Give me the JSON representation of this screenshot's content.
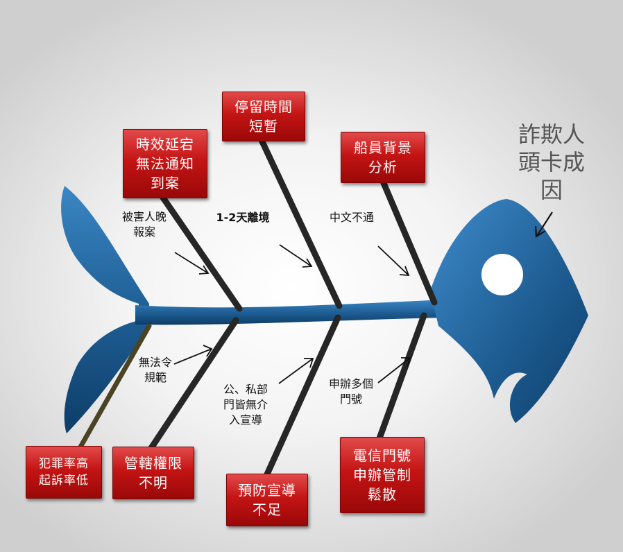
{
  "title": "詐欺人\n頭卡成\n因",
  "top_causes": [
    {
      "box": "時效延宕\n無法通知\n到案",
      "label": "被害人晚\n報案"
    },
    {
      "box": "停留時間\n短暫",
      "label": "1-2天離境"
    },
    {
      "box": "船員背景\n分析",
      "label": "中文不通"
    }
  ],
  "bottom_causes": [
    {
      "box": "犯罪率高\n起訴率低",
      "label": ""
    },
    {
      "box": "管轄權限\n不明",
      "label": "無法令\n規範"
    },
    {
      "box": "預防宣導\n不足",
      "label": "公、私部\n門皆無介\n入宣導"
    },
    {
      "box": "電信門號\n申辦管制\n鬆散",
      "label": "申辦多個\n門號"
    }
  ],
  "colors": {
    "fish_body": "#1f5f95",
    "fish_dark": "#0d3d68",
    "box_red": "#c41414",
    "bone": "#262626",
    "bone_olive": "#4a4424"
  }
}
